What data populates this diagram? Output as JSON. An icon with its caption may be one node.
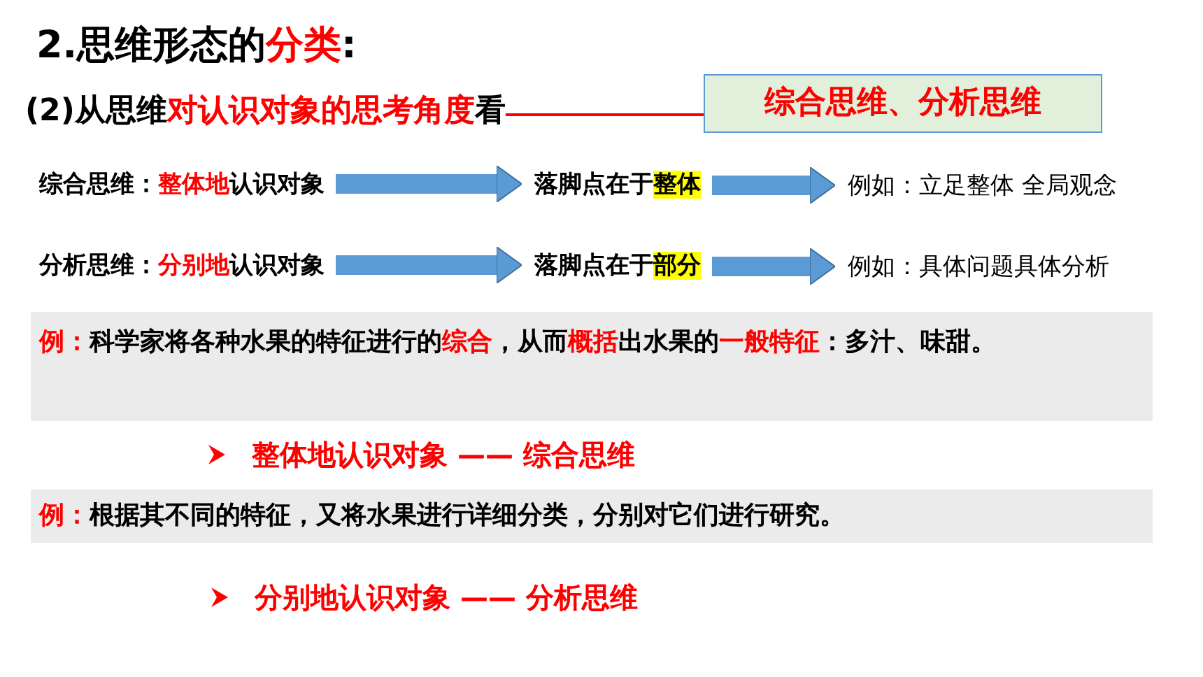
{
  "diagram": {
    "title": "2.思维形态的**分类**:",
    "nodes": [
      {
        "text": [
          "综合思维：**整体地**认识对象"
        ]
      },
      {
        "text": [
          "落脚点在于**整体**"
        ]
      },
      {
        "text": [
          "例如：立足整体 全局观念"
        ]
      },
      {
        "text": [
          "分析思维：**分别地**认识对象"
        ]
      },
      {
        "text": [
          "落脚点在于**部分**"
        ]
      },
      {
        "text": [
          "例如：具体问题具体分析"
        ]
      },
      {
        "text": [
          "(2)从思维**对认识对象的思考角度**看"
        ]
      },
      {
        "text": [
          "综合思维、分析思维"
        ]
      },
      {
        "text": [
          "**例：**科学家将各种水果的特征进行的**综合**，从而**概括**出水果的**一般特征**：多汁、味甜。"
        ]
      },
      {
        "text": [
          "**例：**根据其不同的特征，又将水果进行详细分类，分别对它们进行研究。"
        ]
      }
    ],
    "edges": [
      {
        "from": 6,
        "to": 7,
        "arrow": "none",
        "color": "#ff0000"
      },
      {
        "from": 0,
        "to": 1,
        "arrow": "to"
      },
      {
        "from": 1,
        "to": 2,
        "arrow": "to"
      },
      {
        "from": 3,
        "to": 4,
        "arrow": "to"
      },
      {
        "from": 4,
        "to": 5,
        "arrow": "to"
      }
    ],
    "labels": [
      "整体地认识对象 —— 综合思维",
      "分别地认识对象 —— 分析思维"
    ]
  }
}
